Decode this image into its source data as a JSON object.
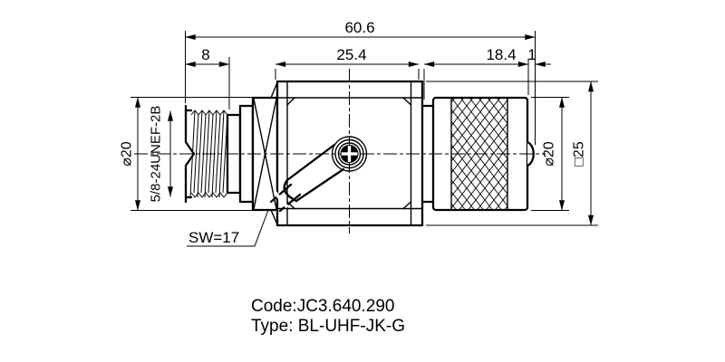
{
  "meta": {
    "background_color": "#ffffff",
    "line_color": "#000000",
    "drawing_kind": "connector-technical-drawing"
  },
  "dimensions": {
    "total_length": "60.6",
    "thread_length": "8",
    "body_length": "25.4",
    "coupling_length": "18.4",
    "pin_tip": "1",
    "left_diameter": "⌀20",
    "thread_spec": "5/8-24UNEF-2B",
    "wrench_size": "SW=17",
    "right_diameter": "⌀20",
    "flange_square": "□25"
  },
  "caption": {
    "code": "Code:JC3.640.290",
    "type": "Type: BL-UHF-JK-G"
  }
}
